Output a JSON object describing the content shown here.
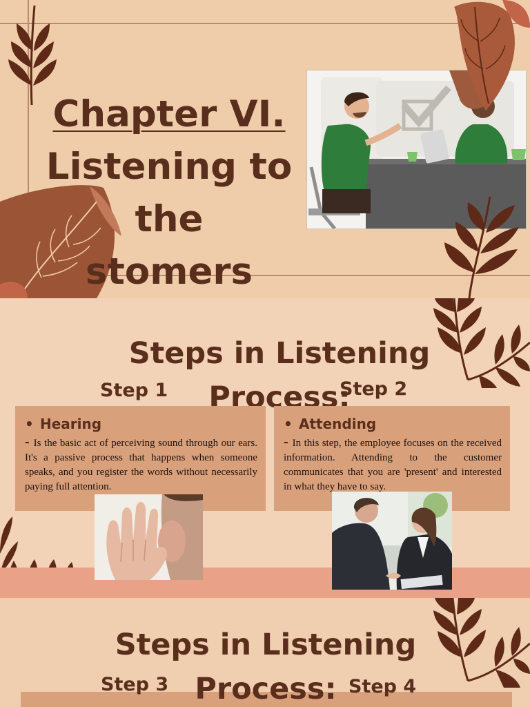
{
  "slide1": {
    "title_line1": "Chapter VI.",
    "title_line2": "Listening to",
    "title_line3": "the",
    "title_line4": "stomers",
    "image_icon": "meeting-illustration"
  },
  "slide2": {
    "heading_line1": "Steps in Listening",
    "heading_line2": "Process:",
    "step1": {
      "label": "Step 1",
      "bullet": "Hearing",
      "description": "Is the basic act of perceiving sound through our ears. It's a passive process that happens when someone speaks, and you register the words without necessarily paying full attention.",
      "image_icon": "ear-hand-photo"
    },
    "step2": {
      "label": "Step 2",
      "bullet": "Attending",
      "description": "In this step, the employee focuses on the received information. Attending to the customer communicates that you are 'present' and interested in what they have to say.",
      "image_icon": "handshake-photo"
    }
  },
  "slide3": {
    "heading_line1": "Steps in Listening",
    "heading_line2": "Process:",
    "step3_label": "Step 3",
    "step4_label": "Step 4"
  },
  "bullet_glyph": "•",
  "dash_glyph": "-",
  "colors": {
    "title_brown": "#5a2e1c",
    "slide_background": "#f0cdaa",
    "card_fill": "#d9a07c",
    "strip_fill": "#e9a287",
    "leaf_dark": "#6b2f1a",
    "leaf_rust": "#a85a3a"
  }
}
